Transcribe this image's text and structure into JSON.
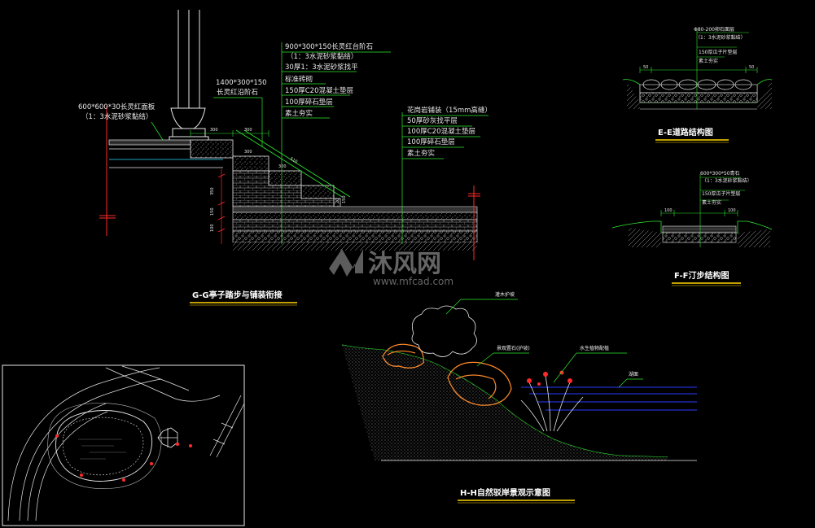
{
  "colors": {
    "background": "#000000",
    "line_green": "#2ee82e",
    "line_white": "#e8e8e8",
    "line_red": "#ff2a2a",
    "line_cyan": "#30d8ff",
    "line_orange": "#ff8a2a",
    "title_underline": "#ffd400",
    "water_blue": "#2a3bff"
  },
  "gg_section": {
    "title": "G-G亭子踏步与铺装衔接",
    "callout_left": [
      "600*600*30长灵红面板",
      "（1：3水泥砂浆黏结）"
    ],
    "callout_middle": [
      "1400*300*150",
      "长灵红沿阶石"
    ],
    "callout_top": [
      "900*300*150长灵红台阶石",
      "（1：3水泥砂浆黏结）",
      "30厚1：3水泥砂浆找平",
      "标准砖砌",
      "150厚C20混凝土垫层",
      "100厚碎石垫层",
      "素土夯实"
    ],
    "callout_right": [
      "花岗岩铺装（15mm高缝）",
      "50厚砂灰找平层",
      "100厚C20混凝土垫层",
      "100厚碎石垫层",
      "素土夯实"
    ],
    "dims": [
      "300",
      "300",
      "300",
      "300",
      "510",
      "350",
      "150",
      "100",
      "150",
      "20"
    ]
  },
  "ee_section": {
    "title": "E-E道路结构图",
    "notes": [
      "Φ80-200卵石面层",
      "（1：3水泥砂浆黏结）",
      "150厚瓜子片垫层",
      "素土夯实"
    ],
    "dims": [
      "50",
      "50"
    ]
  },
  "ff_section": {
    "title": "F-F汀步结构图",
    "notes": [
      "600*300*50青石",
      "（1：3水泥砂浆黏结）",
      "150厚瓜子片垫层",
      "素土夯实"
    ],
    "dims": [
      "100",
      "100"
    ]
  },
  "hh_section": {
    "title": "H-H自然驳岸景观示意图",
    "labels": {
      "shrub": "灌木护坡",
      "rock": "景观置石(护坡)",
      "aquatic": "水生植物配植",
      "water": "湖面"
    }
  },
  "watermark": {
    "text": "沐风网",
    "url": "www.mfcad.com"
  }
}
